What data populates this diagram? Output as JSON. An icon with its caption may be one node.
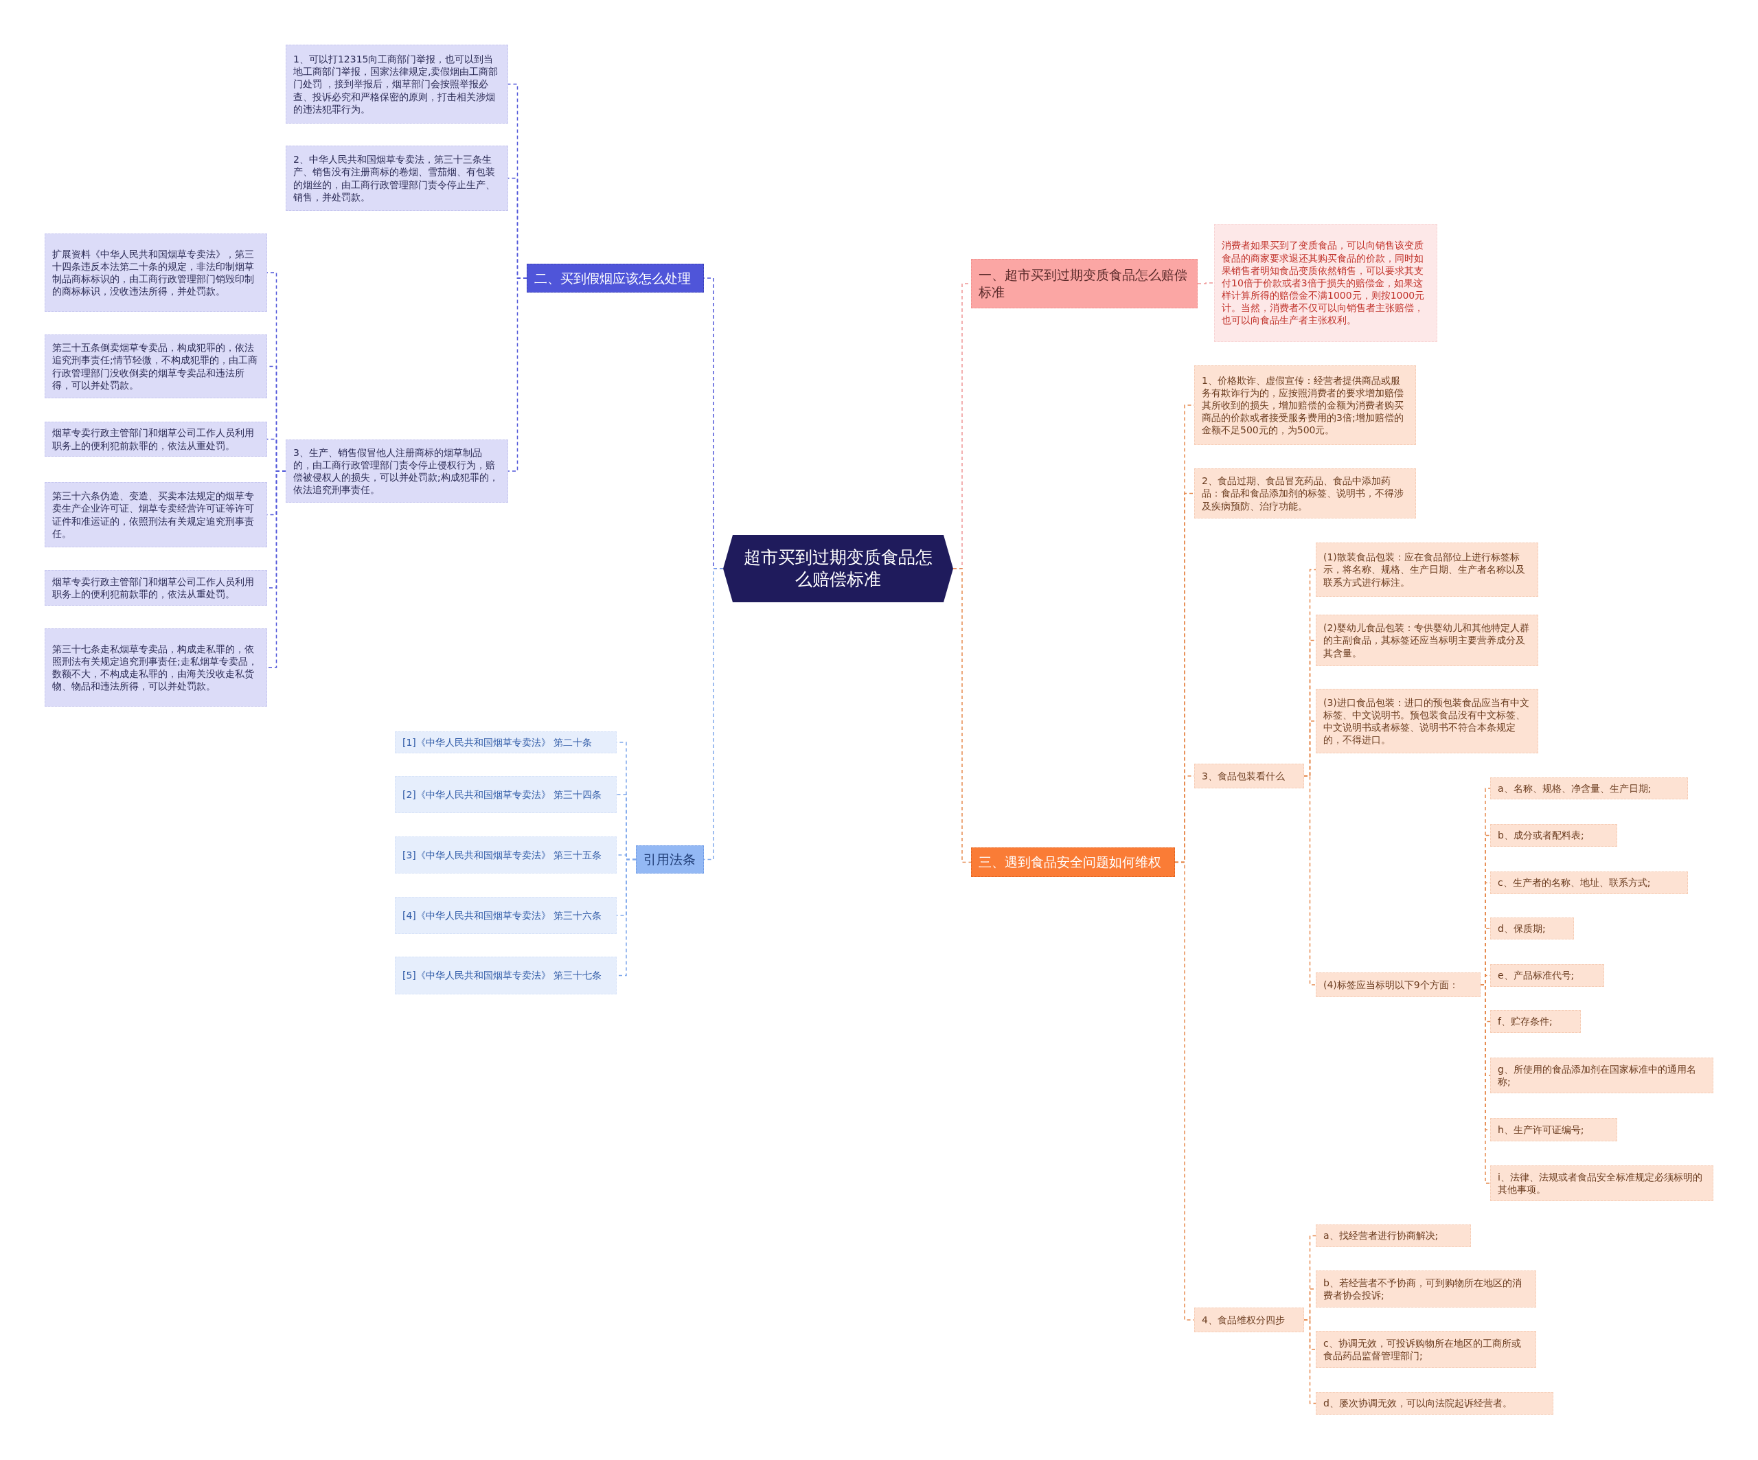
{
  "diagram": {
    "nodes": [
      {
        "text": [
          "超市买到过期变质食品怎么赔偿标准"
        ]
      },
      {
        "text": [
          "二、买到假烟应该怎么处理"
        ]
      },
      {
        "text": [
          "1、可以打12315向工商部门举报，也可以到当地工商部门举报，国家法律规定,卖假烟由工商部门处罚 ，接到举报后，烟草部门会按照举报必查、投诉必究和严格保密的原则，打击相关涉烟的违法犯罪行为。"
        ]
      },
      {
        "text": [
          "2、中华人民共和国烟草专卖法，第三十三条生产、销售没有注册商标的卷烟、雪茄烟、有包装的烟丝的，由工商行政管理部门责令停止生产、销售，并处罚款。"
        ]
      },
      {
        "text": [
          "3、生产、销售假冒他人注册商标的烟草制品的，由工商行政管理部门责令停止侵权行为，赔偿被侵权人的损失，可以并处罚款;构成犯罪的，依法追究刑事责任。"
        ]
      },
      {
        "text": [
          "扩展资料《中华人民共和国烟草专卖法》，第三十四条违反本法第二十条的规定，非法印制烟草制品商标标识的，由工商行政管理部门销毁印制的商标标识，没收违法所得，并处罚款。"
        ]
      },
      {
        "text": [
          "第三十五条倒卖烟草专卖品，构成犯罪的，依法追究刑事责任;情节轻微，不构成犯罪的，由工商行政管理部门没收倒卖的烟草专卖品和违法所得，可以并处罚款。"
        ]
      },
      {
        "text": [
          "烟草专卖行政主管部门和烟草公司工作人员利用职务上的便利犯前款罪的，依法从重处罚。"
        ]
      },
      {
        "text": [
          "第三十六条伪造、变造、买卖本法规定的烟草专卖生产企业许可证、烟草专卖经营许可证等许可证件和准运证的，依照刑法有关规定追究刑事责任。"
        ]
      },
      {
        "text": [
          "烟草专卖行政主管部门和烟草公司工作人员利用职务上的便利犯前款罪的，依法从重处罚。"
        ]
      },
      {
        "text": [
          "第三十七条走私烟草专卖品，构成走私罪的，依照刑法有关规定追究刑事责任;走私烟草专卖品，数额不大，不构成走私罪的，由海关没收走私货物、物品和违法所得，可以并处罚款。"
        ]
      },
      {
        "text": [
          "引用法条"
        ]
      },
      {
        "text": [
          "[1]《中华人民共和国烟草专卖法》 第二十条"
        ]
      },
      {
        "text": [
          "[2]《中华人民共和国烟草专卖法》 第三十四条"
        ]
      },
      {
        "text": [
          "[3]《中华人民共和国烟草专卖法》 第三十五条"
        ]
      },
      {
        "text": [
          "[4]《中华人民共和国烟草专卖法》 第三十六条"
        ]
      },
      {
        "text": [
          "[5]《中华人民共和国烟草专卖法》 第三十七条"
        ]
      },
      {
        "text": [
          "一、超市买到过期变质食品怎么赔偿标准"
        ]
      },
      {
        "text": [
          "消费者如果买到了变质食品，可以向销售该变质食品的商家要求退还其购买食品的价款，同时如果销售者明知食品变质依然销售，可以要求其支付10倍于价款或者3倍于损失的赔偿金，如果这样计算所得的赔偿金不满1000元，则按1000元计。当然，消费者不仅可以向销售者主张赔偿，也可以向食品生产者主张权利。"
        ]
      },
      {
        "text": [
          "三、遇到食品安全问题如何维权"
        ]
      },
      {
        "text": [
          "1、价格欺诈、虚假宣传：经营者提供商品或服务有欺诈行为的，应按照消费者的要求增加赔偿其所收到的损失，增加赔偿的金额为消费者购买商品的价款或者接受服务费用的3倍;增加赔偿的金额不足500元的，为500元。"
        ]
      },
      {
        "text": [
          "2、食品过期、食品冒充药品、食品中添加药品：食品和食品添加剂的标签、说明书，不得涉及疾病预防、治疗功能。"
        ]
      },
      {
        "text": [
          "3、食品包装看什么"
        ]
      },
      {
        "text": [
          "(1)散装食品包装：应在食品部位上进行标签标示，将名称、规格、生产日期、生产者名称以及联系方式进行标注。"
        ]
      },
      {
        "text": [
          "(2)婴幼儿食品包装：专供婴幼儿和其他特定人群的主副食品，其标签还应当标明主要营养成分及其含量。"
        ]
      },
      {
        "text": [
          "(3)进口食品包装：进口的预包装食品应当有中文标签、中文说明书。预包装食品没有中文标签、中文说明书或者标签、说明书不符合本条规定的，不得进口。"
        ]
      },
      {
        "text": [
          "(4)标签应当标明以下9个方面："
        ]
      },
      {
        "text": [
          "a、名称、规格、净含量、生产日期;"
        ]
      },
      {
        "text": [
          "b、成分或者配料表;"
        ]
      },
      {
        "text": [
          "c、生产者的名称、地址、联系方式;"
        ]
      },
      {
        "text": [
          "d、保质期;"
        ]
      },
      {
        "text": [
          "e、产品标准代号;"
        ]
      },
      {
        "text": [
          "f、贮存条件;"
        ]
      },
      {
        "text": [
          "g、所使用的食品添加剂在国家标准中的通用名称;"
        ]
      },
      {
        "text": [
          "h、生产许可证编号;"
        ]
      },
      {
        "text": [
          "i、法律、法规或者食品安全标准规定必须标明的其他事项。"
        ]
      },
      {
        "text": [
          "4、食品维权分四步"
        ]
      },
      {
        "text": [
          "a、找经营者进行协商解决;"
        ]
      },
      {
        "text": [
          "b、若经营者不予协商，可到购物所在地区的消费者协会投诉;"
        ]
      },
      {
        "text": [
          "c、协调无效，可投诉购物所在地区的工商所或食品药品监督管理部门;"
        ]
      },
      {
        "text": [
          "d、屡次协调无效，可以向法院起诉经营者。"
        ]
      }
    ],
    "edges": [
      {
        "from": 0,
        "to": 1,
        "arrow": "none",
        "color": "#4f55d9"
      },
      {
        "from": 1,
        "to": 2,
        "arrow": "none",
        "color": "#4f55d9"
      },
      {
        "from": 1,
        "to": 3,
        "arrow": "none",
        "color": "#4f55d9"
      },
      {
        "from": 1,
        "to": 4,
        "arrow": "none",
        "color": "#4f55d9"
      },
      {
        "from": 4,
        "to": 5,
        "arrow": "none",
        "color": "#4f55d9"
      },
      {
        "from": 4,
        "to": 6,
        "arrow": "none",
        "color": "#4f55d9"
      },
      {
        "from": 4,
        "to": 7,
        "arrow": "none",
        "color": "#4f55d9"
      },
      {
        "from": 4,
        "to": 8,
        "arrow": "none",
        "color": "#4f55d9"
      },
      {
        "from": 4,
        "to": 9,
        "arrow": "none",
        "color": "#4f55d9"
      },
      {
        "from": 4,
        "to": 10,
        "arrow": "none",
        "color": "#4f55d9"
      },
      {
        "from": 0,
        "to": 11,
        "arrow": "none",
        "color": "#7fa8ec"
      },
      {
        "from": 11,
        "to": 12,
        "arrow": "none",
        "color": "#7fa8ec"
      },
      {
        "from": 11,
        "to": 13,
        "arrow": "none",
        "color": "#7fa8ec"
      },
      {
        "from": 11,
        "to": 14,
        "arrow": "none",
        "color": "#7fa8ec"
      },
      {
        "from": 11,
        "to": 15,
        "arrow": "none",
        "color": "#7fa8ec"
      },
      {
        "from": 11,
        "to": 16,
        "arrow": "none",
        "color": "#7fa8ec"
      },
      {
        "from": 0,
        "to": 17,
        "arrow": "none",
        "color": "#f09595"
      },
      {
        "from": 17,
        "to": 18,
        "arrow": "none",
        "color": "#f09595"
      },
      {
        "from": 0,
        "to": 19,
        "arrow": "none"
      },
      {
        "from": 19,
        "to": 20,
        "arrow": "none"
      },
      {
        "from": 19,
        "to": 21,
        "arrow": "none"
      },
      {
        "from": 19,
        "to": 22,
        "arrow": "none"
      },
      {
        "from": 22,
        "to": 23,
        "arrow": "none"
      },
      {
        "from": 22,
        "to": 24,
        "arrow": "none"
      },
      {
        "from": 22,
        "to": 25,
        "arrow": "none"
      },
      {
        "from": 22,
        "to": 26,
        "arrow": "none"
      },
      {
        "from": 26,
        "to": 27,
        "arrow": "none"
      },
      {
        "from": 26,
        "to": 28,
        "arrow": "none"
      },
      {
        "from": 26,
        "to": 29,
        "arrow": "none"
      },
      {
        "from": 26,
        "to": 30,
        "arrow": "none"
      },
      {
        "from": 26,
        "to": 31,
        "arrow": "none"
      },
      {
        "from": 26,
        "to": 32,
        "arrow": "none"
      },
      {
        "from": 26,
        "to": 33,
        "arrow": "none"
      },
      {
        "from": 26,
        "to": 34,
        "arrow": "none"
      },
      {
        "from": 26,
        "to": 35,
        "arrow": "none"
      },
      {
        "from": 19,
        "to": 36,
        "arrow": "none"
      },
      {
        "from": 36,
        "to": 37,
        "arrow": "none"
      },
      {
        "from": 36,
        "to": 38,
        "arrow": "none"
      },
      {
        "from": 36,
        "to": 39,
        "arrow": "none"
      },
      {
        "from": 36,
        "to": 40,
        "arrow": "none"
      }
    ]
  }
}
